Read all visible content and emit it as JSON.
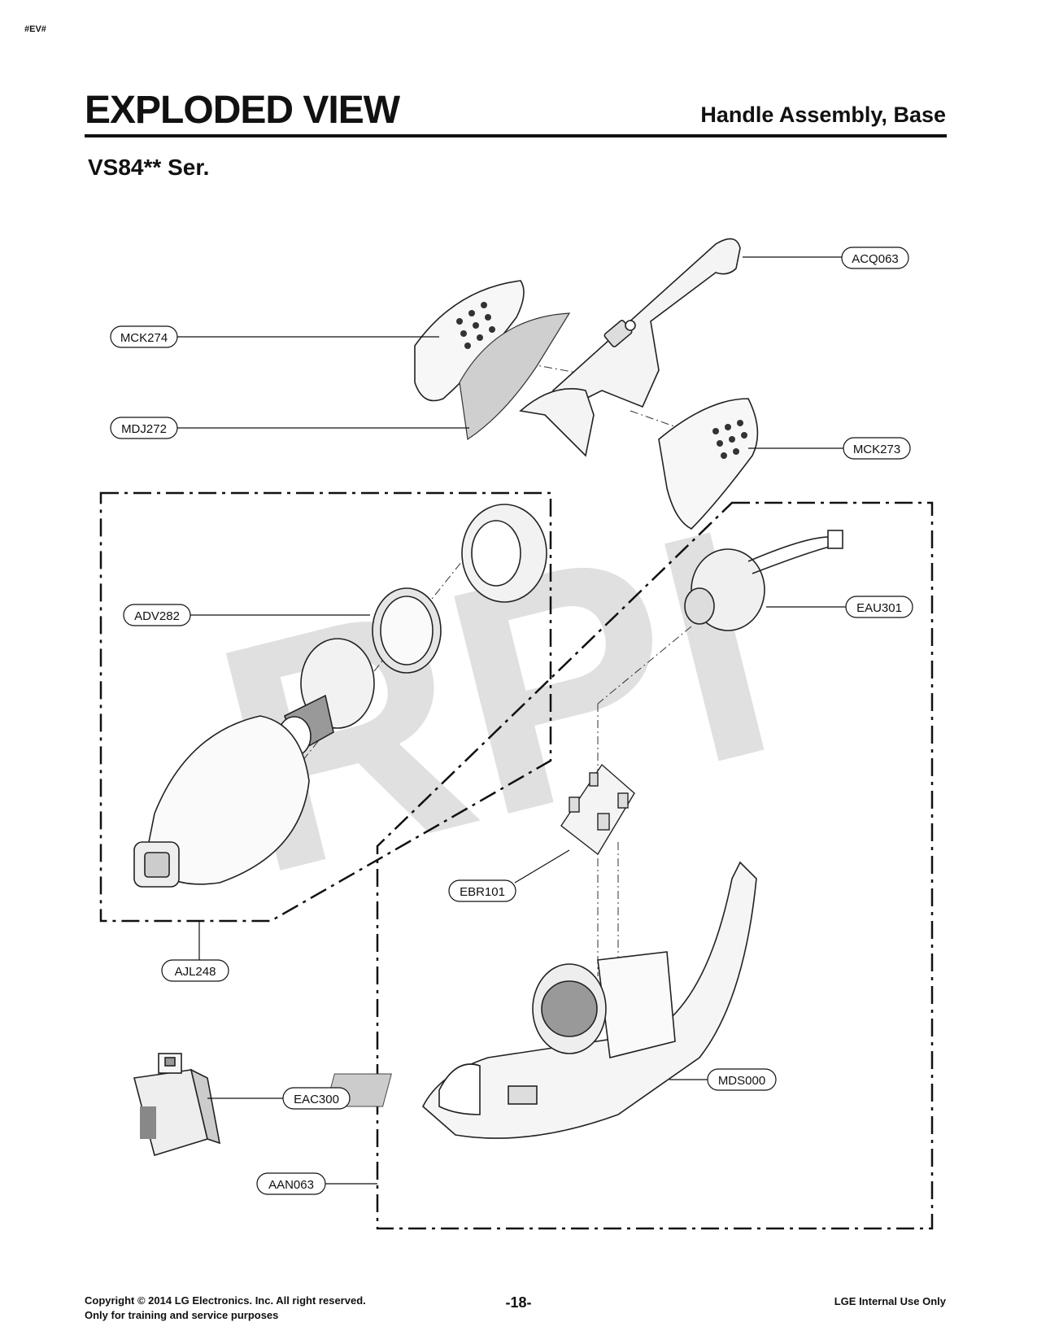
{
  "page": {
    "corner_tag": "#EV#",
    "title": "EXPLODED VIEW",
    "section": "Handle Assembly, Base",
    "model": "VS84** Ser.",
    "watermark": "RPI"
  },
  "parts": [
    {
      "code": "ACQ063"
    },
    {
      "code": "MCK274"
    },
    {
      "code": "MDJ272"
    },
    {
      "code": "MCK273"
    },
    {
      "code": "ADV282"
    },
    {
      "code": "EAU301"
    },
    {
      "code": "EBR101"
    },
    {
      "code": "AJL248"
    },
    {
      "code": "MDS000"
    },
    {
      "code": "EAC300"
    },
    {
      "code": "AAN063"
    }
  ],
  "footer": {
    "copyright": "Copyright © 2014 LG Electronics. Inc. All right reserved.",
    "purpose": "Only for training and service purposes",
    "page_number": "-18-",
    "internal": "LGE Internal Use Only"
  }
}
